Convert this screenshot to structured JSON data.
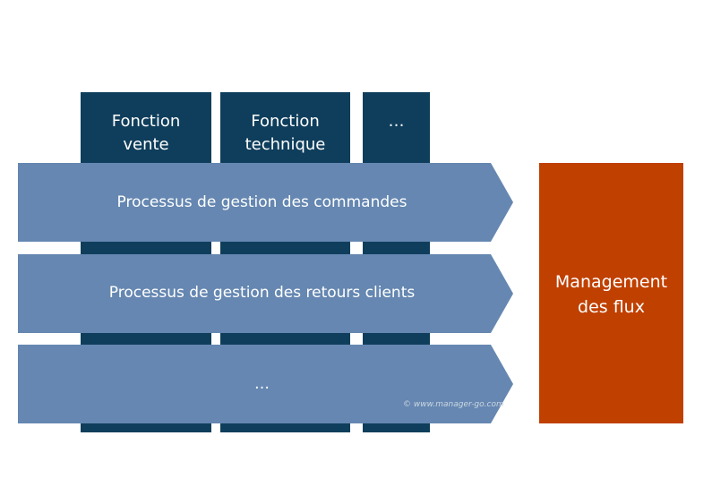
{
  "columns": [
    {
      "label": "Fonction\nvente"
    },
    {
      "label": "Fonction\ntechnique"
    },
    {
      "label": "…"
    }
  ],
  "processes": [
    {
      "label": "Processus de gestion des commandes"
    },
    {
      "label": "Processus de gestion des retours clients"
    },
    {
      "label": "…"
    }
  ],
  "flux_box": {
    "label": "Management\ndes flux"
  },
  "watermark": "© www.manager-go.com",
  "colors": {
    "column": "#0f3e5c",
    "process_arrow": "#6587b1",
    "flux_box": "#c04000",
    "text": "#ffffff"
  }
}
